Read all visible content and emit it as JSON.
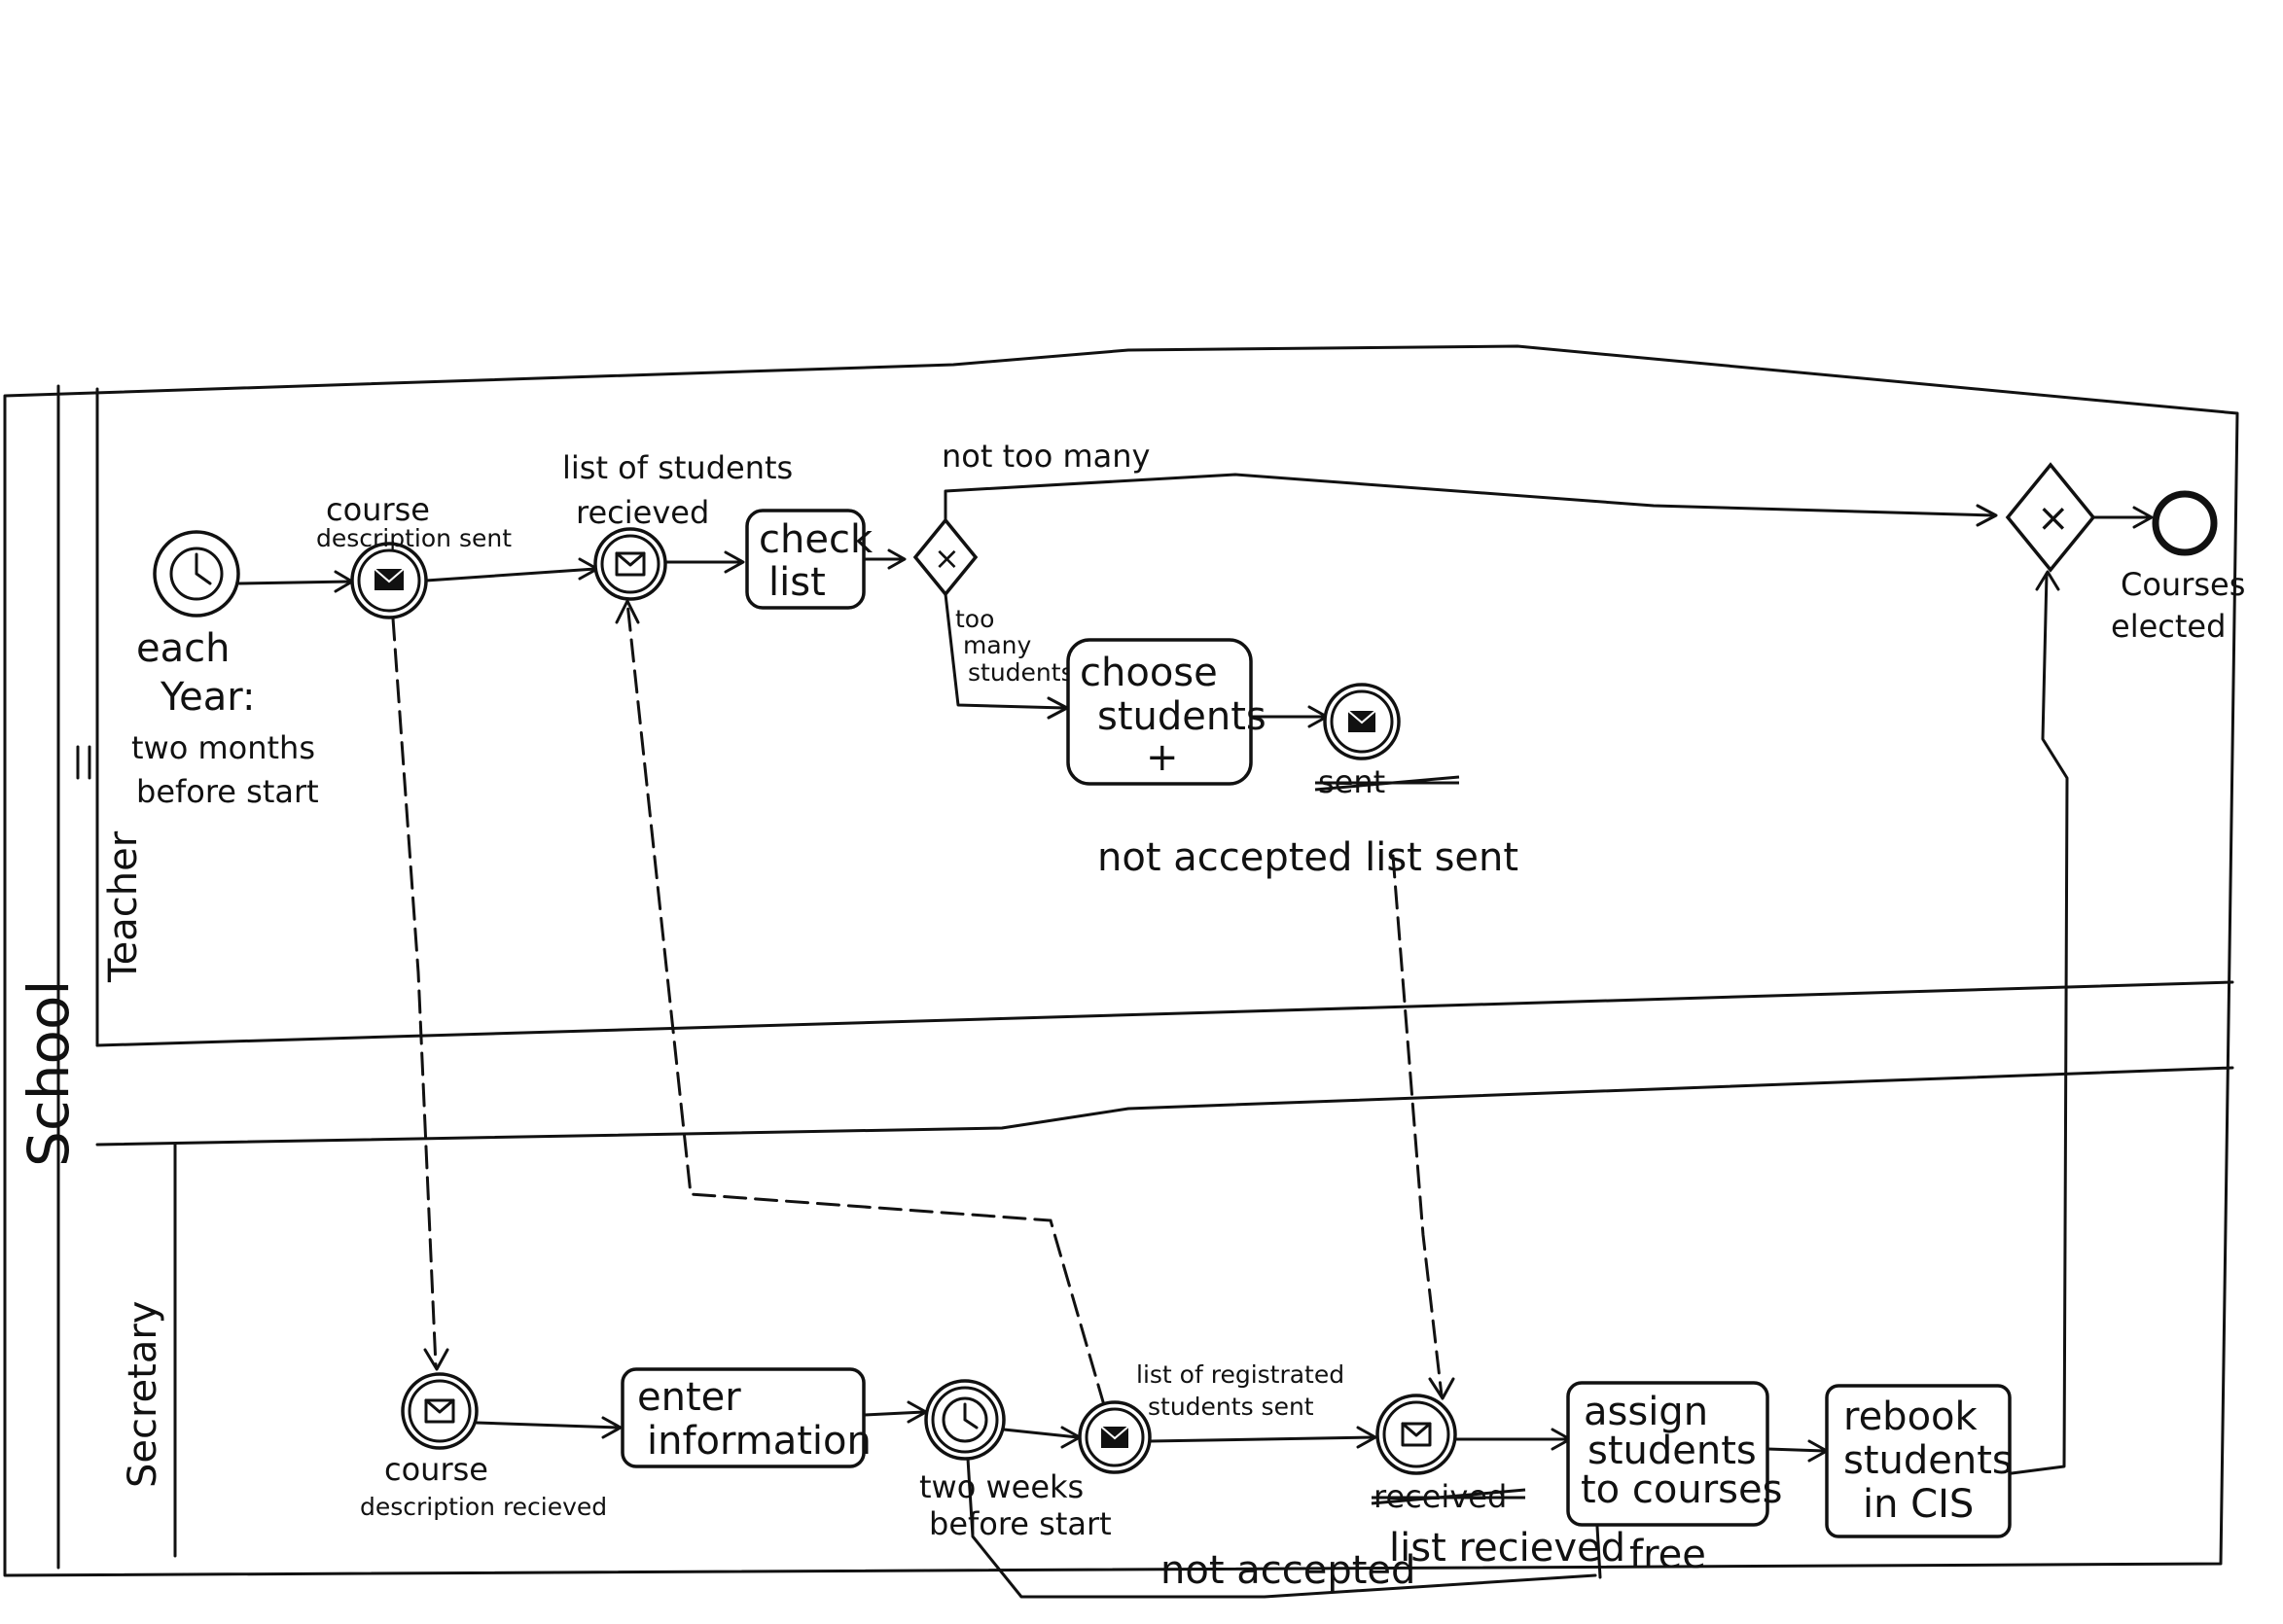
{
  "pool": {
    "label": "School"
  },
  "lanes": {
    "teacher": {
      "label": "Teacher"
    },
    "secretary": {
      "label": "Secretary"
    }
  },
  "teacher_lane": {
    "start_timer": {
      "icon": "clock-icon",
      "label_line1": "each",
      "label_line2": "Year:",
      "label_line3": "two months",
      "label_line4": "before start"
    },
    "course_description_sent": {
      "icon": "envelope-icon",
      "line1": "course",
      "line2": "description sent"
    },
    "list_of_students_received": {
      "icon": "envelope-icon",
      "line1": "list of students",
      "line2": "recieved"
    },
    "check_list_task": {
      "line1": "check",
      "line2": "list"
    },
    "gateway_split": {
      "symbol": "×",
      "label_upper": "not too many",
      "label_lower_1": "too",
      "label_lower_2": "many",
      "label_lower_3": "students"
    },
    "choose_students_task": {
      "line1": "choose",
      "line2": "students",
      "marker": "+"
    },
    "not_accepted_list_sent": {
      "icon": "envelope-icon",
      "crossed": "sent",
      "label": "not accepted list sent"
    },
    "gateway_merge": {
      "symbol": "×"
    },
    "end_event": {
      "line1": "Courses",
      "line2": "elected"
    }
  },
  "secretary_lane": {
    "course_description_received": {
      "icon": "envelope-icon",
      "line1": "course",
      "line2": "description recieved"
    },
    "enter_information_task": {
      "line1": "enter",
      "line2": "information"
    },
    "two_weeks_timer": {
      "icon": "clock-icon",
      "line1": "two weeks",
      "line2": "before start"
    },
    "list_registrated_sent": {
      "icon": "envelope-icon",
      "line1": "list of registrated",
      "line2": "students sent"
    },
    "list_received": {
      "icon": "envelope-icon",
      "crossed": "received",
      "label": "list recieved",
      "label_flow": "not accepted"
    },
    "assign_students_task": {
      "line1": "assign",
      "line2": "students",
      "line3": "to courses",
      "label_flow": "free"
    },
    "rebook_students_task": {
      "line1": "rebook",
      "line2": "students",
      "line3": "in CIS"
    }
  }
}
